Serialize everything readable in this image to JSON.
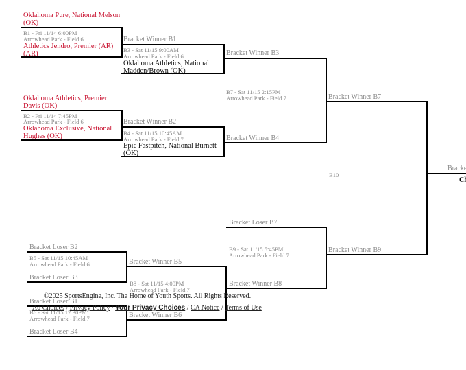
{
  "b1": {
    "team1": "Oklahoma Pure, National Melson (OK)",
    "meta_title": "B1 - Fri 11/14 6:00PM",
    "meta_loc": "Arrowhead Park - Field 6",
    "team2": "Athletics Jendro, Premier (AR) (AR)"
  },
  "b2": {
    "team1": "Oklahoma Athletics, Premier Davis (OK)",
    "meta_title": "B2 - Fri 11/14 7:45PM",
    "meta_loc": "Arrowhead Park - Field 6",
    "team2": "Oklahoma Exclusive, National Hughes (OK)"
  },
  "b3": {
    "top": "Bracket Winner B1",
    "meta_title": "B3 - Sat 11/15 9:00AM",
    "meta_loc": "Arrowhead Park - Field 6",
    "bottom": "Oklahoma Athletics, National Madden/Brown (OK)"
  },
  "b4": {
    "top": "Bracket Winner B2",
    "meta_title": "B4 - Sat 11/15 10:45AM",
    "meta_loc": "Arrowhead Park - Field 7",
    "bottom": "Epic Fastpitch, National Burnett (OK)"
  },
  "b7": {
    "top": "Bracket Winner B3",
    "meta_title": "B7 - Sat 11/15 2:15PM",
    "meta_loc": "Arrowhead Park - Field 7",
    "bottom": "Bracket Winner B4"
  },
  "b10": {
    "top": "Bracket Winner B7",
    "label": "B10",
    "bottom": "Bracket Winner B9",
    "right_top": "Bracke",
    "right_bottom": "Ch"
  },
  "b5": {
    "top": "Bracket Loser B2",
    "meta_title": "B5 - Sat 11/15 10:45AM",
    "meta_loc": "Arrowhead Park - Field 6",
    "bottom": "Bracket Loser B3"
  },
  "b6": {
    "top": "Bracket Loser B1",
    "meta_title": "B6 - Sat 11/15 12:30PM",
    "meta_loc": "Arrowhead Park - Field 7",
    "bottom": "Bracket Loser B4"
  },
  "b8": {
    "top": "Bracket Winner B5",
    "meta_title": "B8 - Sat 11/15 4:00PM",
    "meta_loc": "Arrowhead Park - Field 7",
    "bottom": "Bracket Winner B6"
  },
  "b9": {
    "top": "Bracket Loser B7",
    "meta_title": "B9 - Sat 11/15 5:45PM",
    "meta_loc": "Arrowhead Park - Field 7",
    "bottom": "Bracket Winner B8"
  },
  "footer": {
    "copyright": "©2025 SportsEngine, Inc. The Home of Youth Sports. All Rights Reserved.",
    "ad_choices": "Ad Choices",
    "privacy_policy": "Privacy Policy",
    "privacy_choices": "Your Privacy Choices",
    "ca_notice": "CA Notice",
    "terms": "Terms of Use",
    "sep": "/"
  }
}
